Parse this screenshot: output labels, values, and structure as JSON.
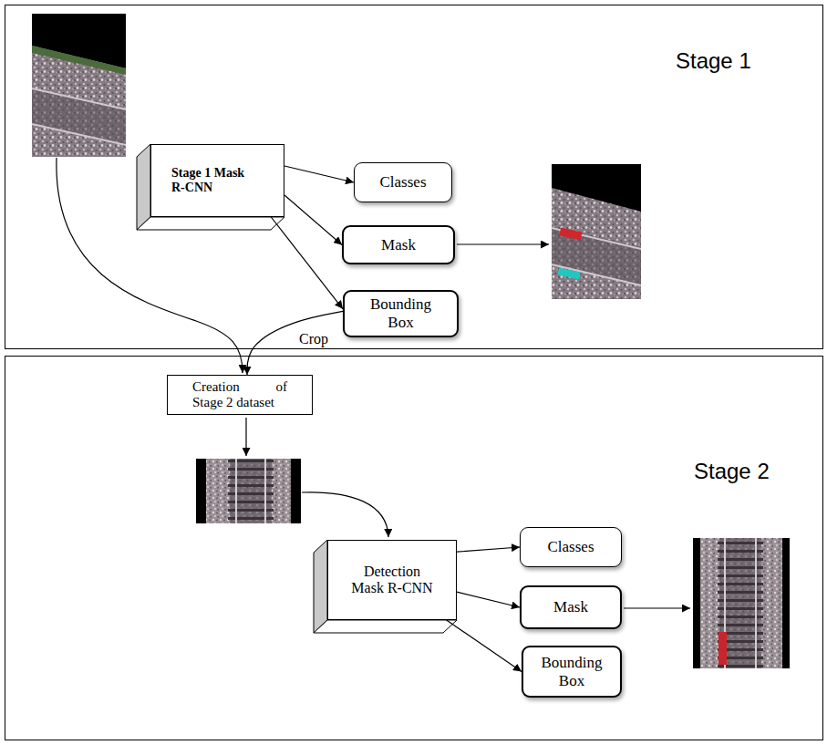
{
  "diagram": {
    "nodes": [
      {
        "text": [
          "Stage 1"
        ]
      },
      {
        "text": [
          "Stage 1 Mask R-CNN"
        ],
        "in": 0
      },
      {
        "text": [
          "Classes"
        ],
        "in": 0
      },
      {
        "text": [
          "Mask"
        ],
        "in": 0
      },
      {
        "text": [
          "Bounding Box"
        ],
        "in": 0
      },
      {
        "text": [
          "Stage 2"
        ]
      },
      {
        "text": [
          "Creation of Stage 2 dataset"
        ],
        "in": 5
      },
      {
        "text": [
          "Detection Mask R-CNN"
        ],
        "in": 5
      },
      {
        "text": [
          "Classes"
        ],
        "in": 5
      },
      {
        "text": [
          "Mask"
        ],
        "in": 5
      },
      {
        "text": [
          "Bounding Box"
        ],
        "in": 5
      }
    ],
    "edges": [
      {
        "from": 1,
        "to": 2,
        "arrow": "to"
      },
      {
        "from": 1,
        "to": 3,
        "arrow": "to"
      },
      {
        "from": 1,
        "to": 4,
        "arrow": "to"
      },
      {
        "from": 4,
        "to": 6,
        "label": "Crop",
        "arrow": "to"
      },
      {
        "from": 7,
        "to": 8,
        "arrow": "to"
      },
      {
        "from": 7,
        "to": 9,
        "arrow": "to"
      },
      {
        "from": 7,
        "to": 10,
        "arrow": "to"
      }
    ]
  }
}
